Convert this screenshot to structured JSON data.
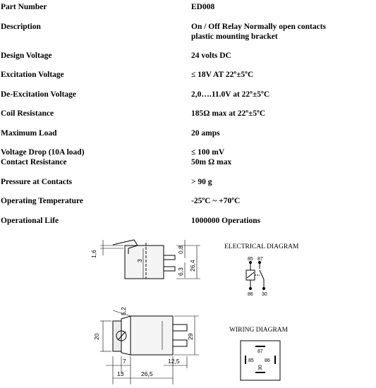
{
  "specs": [
    {
      "label": "Part Number",
      "value": "ED008"
    },
    {
      "label": "Description",
      "value": "On / Off Relay  Normally open contacts\nplastic mounting  bracket"
    },
    {
      "label": "Design Voltage",
      "value": "24 volts DC"
    },
    {
      "label": "Excitation Voltage",
      "value": "≤ 18V AT 22º±5ºC"
    },
    {
      "label": "De-Excitation Voltage",
      "value": "2,0….11.0V at 22º±5ºC"
    },
    {
      "label": "Coil Resistance",
      "value": "185Ω max at 22º±5ºC"
    },
    {
      "label": "Maximum Load",
      "value": "20 amps"
    },
    {
      "label": "Voltage Drop (10A load)",
      "value": "≤ 100 mV"
    },
    {
      "label": "Contact Resistance",
      "value": "50m Ω max"
    },
    {
      "label": "Pressure at Contacts",
      "value": "> 90 g"
    },
    {
      "label": "Operating Temperature",
      "value": "-25ºC  ~  +70ºC"
    },
    {
      "label": "Operational Life",
      "value": "1000000 Operations"
    }
  ],
  "diagrams": {
    "electrical_title": "ELECTRICAL DIAGRAM",
    "wiring_title": "WIRING DIAGRAM",
    "electrical_pins": {
      "p85": "85",
      "p87": "87",
      "p86": "86",
      "p30": "30"
    },
    "wiring_pins": {
      "p87": "87",
      "p85": "85",
      "p86": "86",
      "p30": "30"
    },
    "side_dims": {
      "d16": "1,6",
      "d3": "3",
      "d08": "0,8",
      "d63": "6,3",
      "d264": "26,4"
    },
    "front_dims": {
      "d52": "5,2",
      "d20": "20",
      "d29": "29",
      "d7": "7",
      "d125": "12,5",
      "d13": "13",
      "d265": "26,5"
    }
  }
}
